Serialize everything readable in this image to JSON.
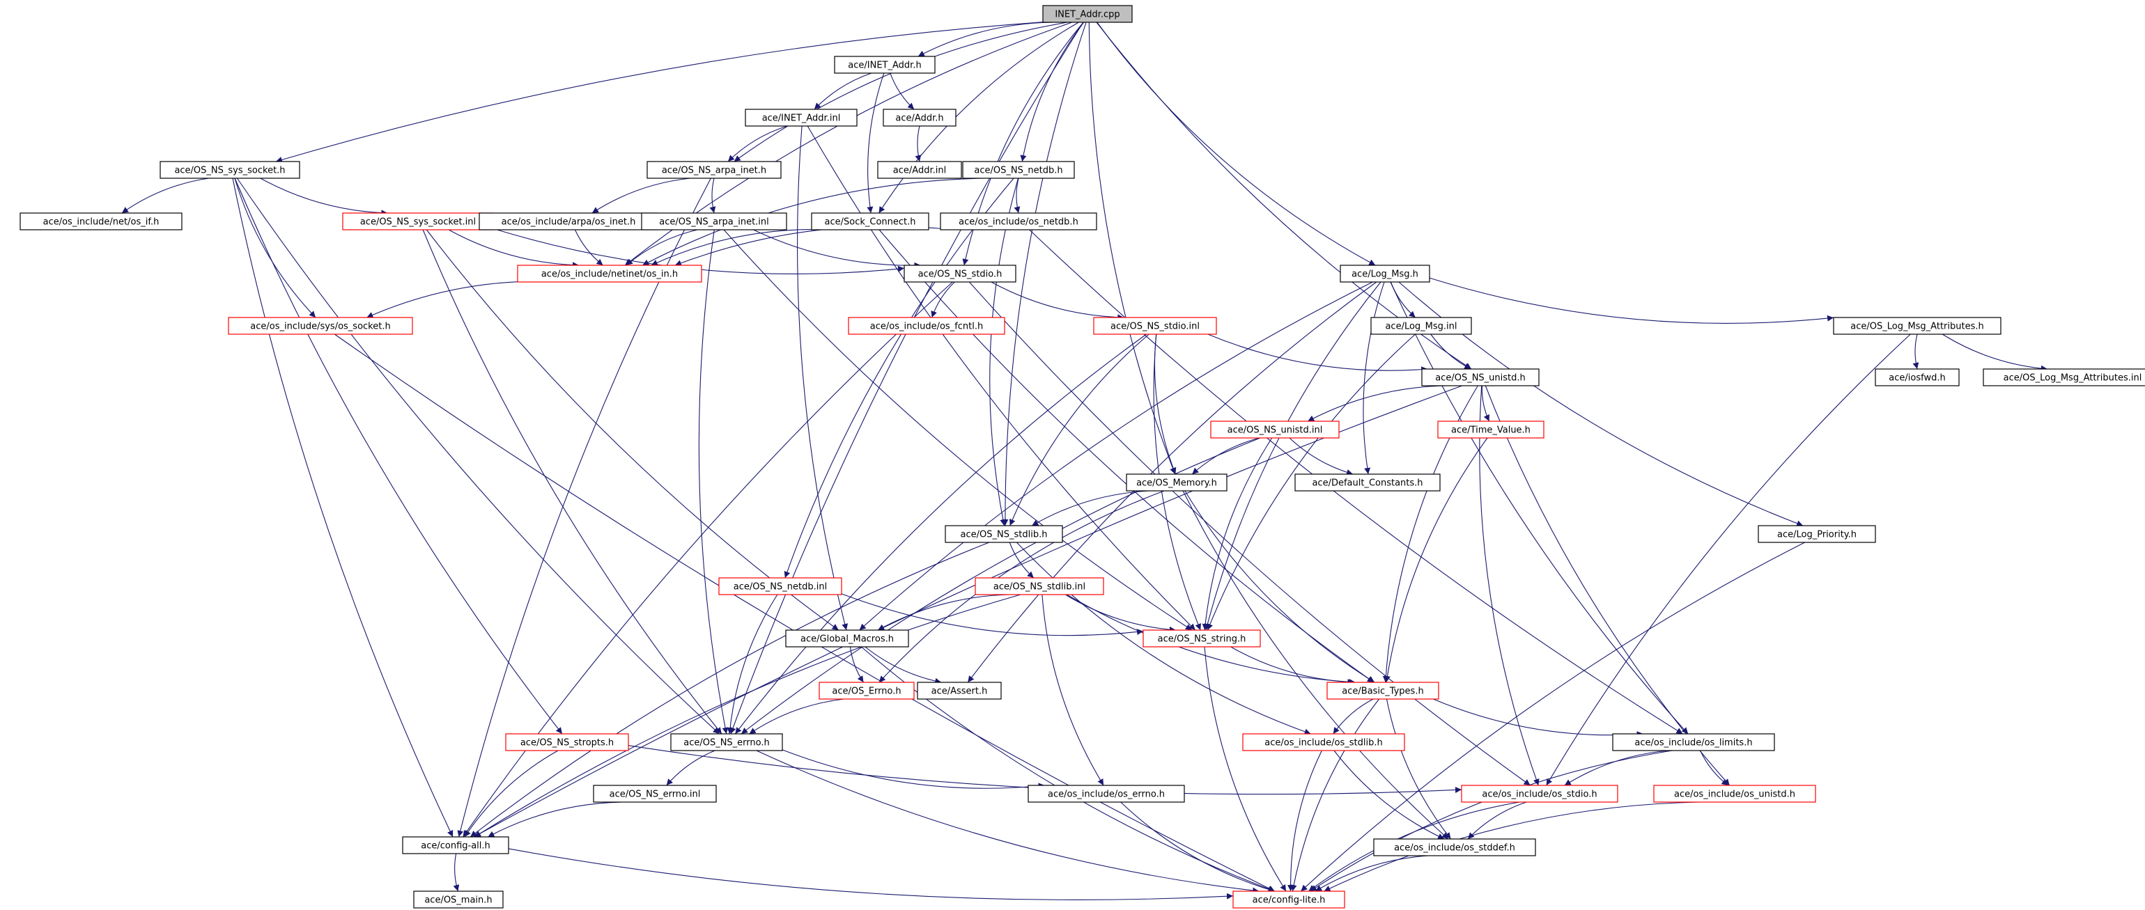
{
  "graph": {
    "title": "INET_Addr.cpp",
    "colors": {
      "edge": "#191970",
      "node_border": "#000000",
      "node_border_incomplete": "#ff0000",
      "root_fill": "#bfbfbf",
      "node_fill": "#ffffff"
    },
    "nodes": [
      {
        "id": "n0",
        "label": "INET_Addr.cpp",
        "style": "root"
      },
      {
        "id": "n1",
        "label": "ace/INET_Addr.h",
        "style": "normal"
      },
      {
        "id": "n2",
        "label": "ace/INET_Addr.inl",
        "style": "normal"
      },
      {
        "id": "n3",
        "label": "ace/Addr.h",
        "style": "normal"
      },
      {
        "id": "n4",
        "label": "ace/Addr.inl",
        "style": "normal"
      },
      {
        "id": "n5",
        "label": "ace/OS_NS_sys_socket.h",
        "style": "normal"
      },
      {
        "id": "n6",
        "label": "ace/OS_NS_arpa_inet.h",
        "style": "normal"
      },
      {
        "id": "n7",
        "label": "ace/OS_NS_netdb.h",
        "style": "normal"
      },
      {
        "id": "n8",
        "label": "ace/os_include/net/os_if.h",
        "style": "normal"
      },
      {
        "id": "n9",
        "label": "ace/OS_NS_sys_socket.inl",
        "style": "red"
      },
      {
        "id": "n10",
        "label": "ace/os_include/arpa/os_inet.h",
        "style": "normal"
      },
      {
        "id": "n11",
        "label": "ace/OS_NS_arpa_inet.inl",
        "style": "normal"
      },
      {
        "id": "n12",
        "label": "ace/Sock_Connect.h",
        "style": "normal"
      },
      {
        "id": "n13",
        "label": "ace/os_include/os_netdb.h",
        "style": "normal"
      },
      {
        "id": "n14",
        "label": "ace/os_include/netinet/os_in.h",
        "style": "red"
      },
      {
        "id": "n15",
        "label": "ace/OS_NS_stdio.h",
        "style": "normal"
      },
      {
        "id": "n16",
        "label": "ace/Log_Msg.h",
        "style": "normal"
      },
      {
        "id": "n17",
        "label": "ace/os_include/sys/os_socket.h",
        "style": "red"
      },
      {
        "id": "n18",
        "label": "ace/os_include/os_fcntl.h",
        "style": "red"
      },
      {
        "id": "n19",
        "label": "ace/OS_NS_stdio.inl",
        "style": "red"
      },
      {
        "id": "n20",
        "label": "ace/Log_Msg.inl",
        "style": "normal"
      },
      {
        "id": "n21",
        "label": "ace/OS_Log_Msg_Attributes.h",
        "style": "normal"
      },
      {
        "id": "n22",
        "label": "ace/OS_NS_unistd.h",
        "style": "normal"
      },
      {
        "id": "n23",
        "label": "ace/iosfwd.h",
        "style": "normal"
      },
      {
        "id": "n24",
        "label": "ace/OS_Log_Msg_Attributes.inl",
        "style": "normal"
      },
      {
        "id": "n25",
        "label": "ace/OS_NS_unistd.inl",
        "style": "red"
      },
      {
        "id": "n26",
        "label": "ace/Time_Value.h",
        "style": "red"
      },
      {
        "id": "n27",
        "label": "ace/OS_Memory.h",
        "style": "normal"
      },
      {
        "id": "n28",
        "label": "ace/Default_Constants.h",
        "style": "normal"
      },
      {
        "id": "n29",
        "label": "ace/OS_NS_stdlib.h",
        "style": "normal"
      },
      {
        "id": "n30",
        "label": "ace/Log_Priority.h",
        "style": "normal"
      },
      {
        "id": "n31",
        "label": "ace/OS_NS_netdb.inl",
        "style": "red"
      },
      {
        "id": "n32",
        "label": "ace/OS_NS_stdlib.inl",
        "style": "red"
      },
      {
        "id": "n33",
        "label": "ace/Global_Macros.h",
        "style": "normal"
      },
      {
        "id": "n34",
        "label": "ace/OS_NS_string.h",
        "style": "red"
      },
      {
        "id": "n35",
        "label": "ace/OS_Errno.h",
        "style": "red"
      },
      {
        "id": "n36",
        "label": "ace/Assert.h",
        "style": "normal"
      },
      {
        "id": "n37",
        "label": "ace/Basic_Types.h",
        "style": "red"
      },
      {
        "id": "n38",
        "label": "ace/OS_NS_stropts.h",
        "style": "red"
      },
      {
        "id": "n39",
        "label": "ace/OS_NS_errno.h",
        "style": "normal"
      },
      {
        "id": "n40",
        "label": "ace/os_include/os_stdlib.h",
        "style": "red"
      },
      {
        "id": "n41",
        "label": "ace/os_include/os_limits.h",
        "style": "normal"
      },
      {
        "id": "n42",
        "label": "ace/OS_NS_errno.inl",
        "style": "normal"
      },
      {
        "id": "n43",
        "label": "ace/os_include/os_errno.h",
        "style": "normal"
      },
      {
        "id": "n44",
        "label": "ace/os_include/os_stdio.h",
        "style": "red"
      },
      {
        "id": "n45",
        "label": "ace/os_include/os_unistd.h",
        "style": "red"
      },
      {
        "id": "n46",
        "label": "ace/config-all.h",
        "style": "normal"
      },
      {
        "id": "n47",
        "label": "ace/os_include/os_stddef.h",
        "style": "normal"
      },
      {
        "id": "n48",
        "label": "ace/OS_main.h",
        "style": "normal"
      },
      {
        "id": "n49",
        "label": "ace/config-lite.h",
        "style": "red"
      }
    ],
    "edges": [
      [
        "n0",
        "n1"
      ],
      [
        "n0",
        "n5"
      ],
      [
        "n0",
        "n6"
      ],
      [
        "n0",
        "n7"
      ],
      [
        "n0",
        "n12"
      ],
      [
        "n0",
        "n15"
      ],
      [
        "n0",
        "n16"
      ],
      [
        "n0",
        "n22"
      ],
      [
        "n0",
        "n27"
      ],
      [
        "n0",
        "n39"
      ],
      [
        "n0",
        "n14"
      ],
      [
        "n0",
        "n29"
      ],
      [
        "n1",
        "n2"
      ],
      [
        "n1",
        "n3"
      ],
      [
        "n1",
        "n12"
      ],
      [
        "n2",
        "n6"
      ],
      [
        "n2",
        "n33"
      ],
      [
        "n2",
        "n34"
      ],
      [
        "n3",
        "n4"
      ],
      [
        "n5",
        "n8"
      ],
      [
        "n5",
        "n9"
      ],
      [
        "n5",
        "n17"
      ],
      [
        "n5",
        "n46"
      ],
      [
        "n5",
        "n38"
      ],
      [
        "n5",
        "n39"
      ],
      [
        "n6",
        "n10"
      ],
      [
        "n6",
        "n11"
      ],
      [
        "n6",
        "n46"
      ],
      [
        "n7",
        "n13"
      ],
      [
        "n7",
        "n31"
      ],
      [
        "n7",
        "n29"
      ],
      [
        "n7",
        "n14"
      ],
      [
        "n9",
        "n14"
      ],
      [
        "n9",
        "n15"
      ],
      [
        "n9",
        "n33"
      ],
      [
        "n9",
        "n39"
      ],
      [
        "n10",
        "n14"
      ],
      [
        "n11",
        "n14"
      ],
      [
        "n11",
        "n15"
      ],
      [
        "n11",
        "n34"
      ],
      [
        "n11",
        "n39"
      ],
      [
        "n12",
        "n14"
      ],
      [
        "n12",
        "n37"
      ],
      [
        "n13",
        "n14"
      ],
      [
        "n13",
        "n41"
      ],
      [
        "n14",
        "n17"
      ],
      [
        "n15",
        "n18"
      ],
      [
        "n15",
        "n19"
      ],
      [
        "n15",
        "n46"
      ],
      [
        "n15",
        "n44"
      ],
      [
        "n16",
        "n20"
      ],
      [
        "n16",
        "n21"
      ],
      [
        "n16",
        "n28"
      ],
      [
        "n16",
        "n30"
      ],
      [
        "n16",
        "n33"
      ],
      [
        "n16",
        "n41"
      ],
      [
        "n16",
        "n36"
      ],
      [
        "n16",
        "n34"
      ],
      [
        "n17",
        "n49"
      ],
      [
        "n19",
        "n22"
      ],
      [
        "n19",
        "n27"
      ],
      [
        "n19",
        "n29"
      ],
      [
        "n19",
        "n34"
      ],
      [
        "n19",
        "n39"
      ],
      [
        "n20",
        "n22"
      ],
      [
        "n20",
        "n34"
      ],
      [
        "n21",
        "n23"
      ],
      [
        "n21",
        "n24"
      ],
      [
        "n21",
        "n44"
      ],
      [
        "n22",
        "n25"
      ],
      [
        "n22",
        "n26"
      ],
      [
        "n22",
        "n37"
      ],
      [
        "n22",
        "n44"
      ],
      [
        "n22",
        "n45"
      ],
      [
        "n22",
        "n46"
      ],
      [
        "n25",
        "n27"
      ],
      [
        "n25",
        "n28"
      ],
      [
        "n25",
        "n34"
      ],
      [
        "n25",
        "n39"
      ],
      [
        "n26",
        "n37"
      ],
      [
        "n27",
        "n29"
      ],
      [
        "n27",
        "n37"
      ],
      [
        "n27",
        "n47"
      ],
      [
        "n27",
        "n35"
      ],
      [
        "n29",
        "n32"
      ],
      [
        "n29",
        "n46"
      ],
      [
        "n29",
        "n40"
      ],
      [
        "n30",
        "n49"
      ],
      [
        "n31",
        "n34"
      ],
      [
        "n31",
        "n39"
      ],
      [
        "n32",
        "n33"
      ],
      [
        "n32",
        "n34"
      ],
      [
        "n32",
        "n37"
      ],
      [
        "n32",
        "n43"
      ],
      [
        "n32",
        "n46"
      ],
      [
        "n33",
        "n35"
      ],
      [
        "n33",
        "n36"
      ],
      [
        "n33",
        "n49"
      ],
      [
        "n34",
        "n37"
      ],
      [
        "n34",
        "n49"
      ],
      [
        "n35",
        "n39"
      ],
      [
        "n37",
        "n40"
      ],
      [
        "n37",
        "n41"
      ],
      [
        "n37",
        "n47"
      ],
      [
        "n37",
        "n49"
      ],
      [
        "n38",
        "n44"
      ],
      [
        "n38",
        "n46"
      ],
      [
        "n39",
        "n42"
      ],
      [
        "n39",
        "n43"
      ],
      [
        "n39",
        "n49"
      ],
      [
        "n40",
        "n47"
      ],
      [
        "n40",
        "n49"
      ],
      [
        "n41",
        "n44"
      ],
      [
        "n41",
        "n45"
      ],
      [
        "n41",
        "n49"
      ],
      [
        "n42",
        "n46"
      ],
      [
        "n43",
        "n49"
      ],
      [
        "n44",
        "n47"
      ],
      [
        "n44",
        "n49"
      ],
      [
        "n45",
        "n49"
      ],
      [
        "n46",
        "n48"
      ],
      [
        "n46",
        "n49"
      ],
      [
        "n47",
        "n49"
      ]
    ]
  }
}
